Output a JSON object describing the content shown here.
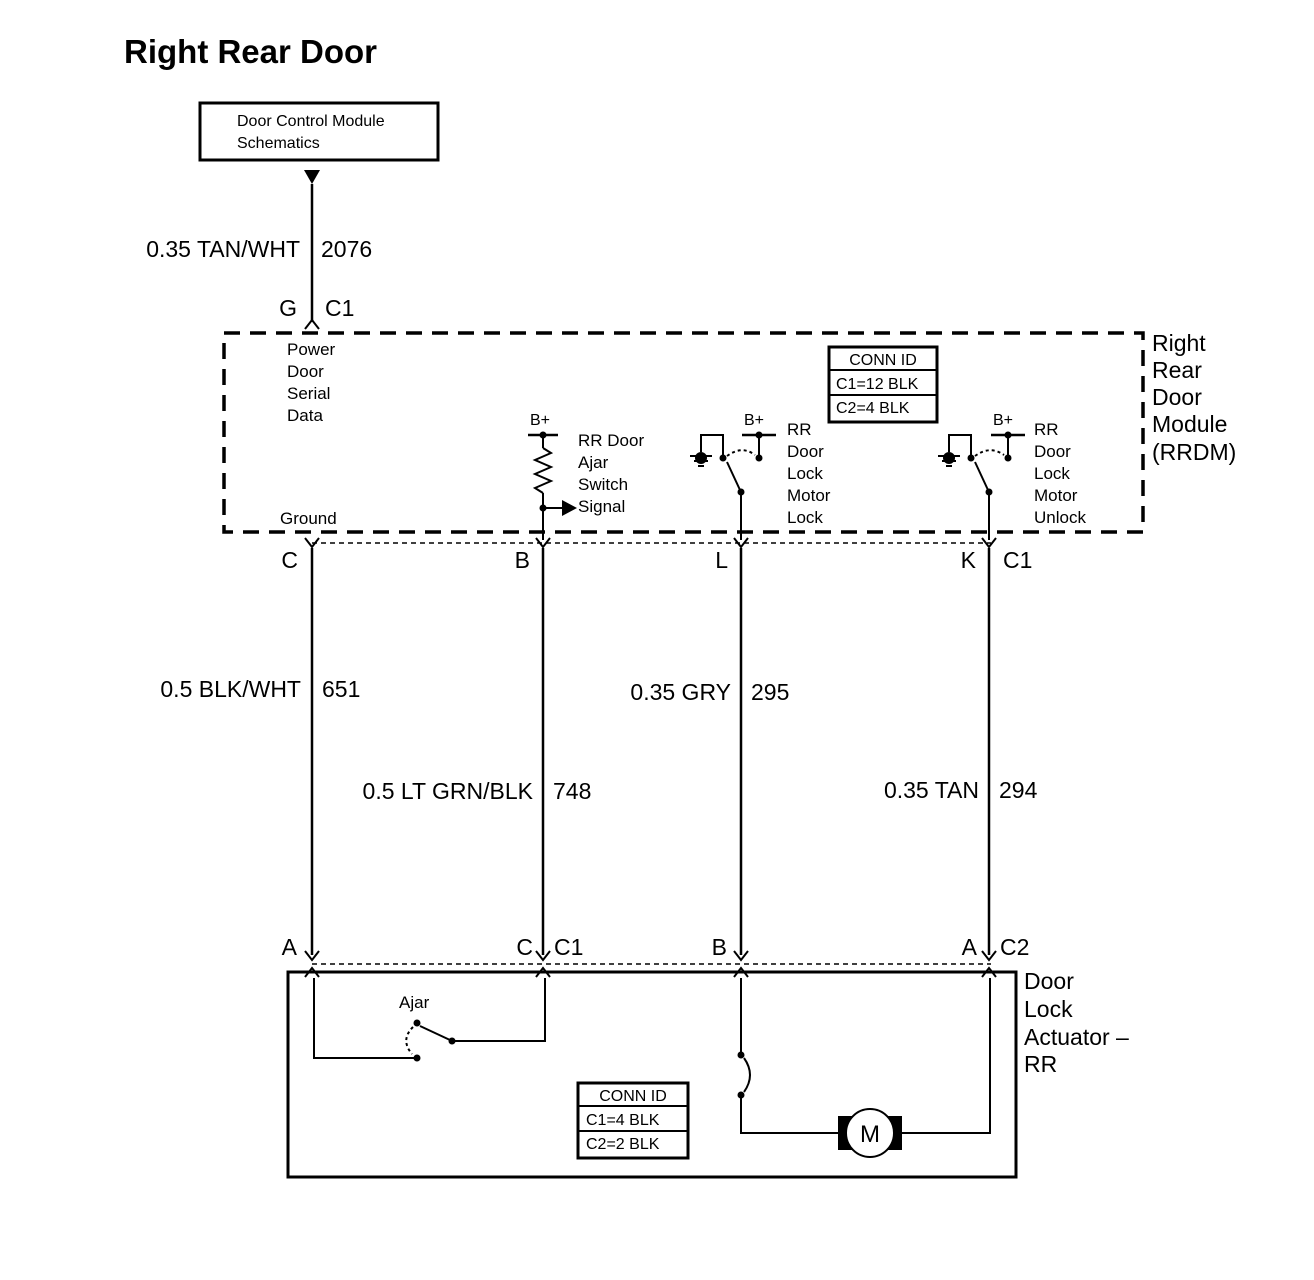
{
  "title": "Right Rear Door",
  "ref_box": {
    "line1": "Door Control Module",
    "line2": "Schematics"
  },
  "top_wire": {
    "gauge_color": "0.35 TAN/WHT",
    "circuit": "2076"
  },
  "top_connector": {
    "pin": "G",
    "conn": "C1"
  },
  "rrdm": {
    "name": [
      "Right",
      "Rear",
      "Door",
      "Module",
      "(RRDM)"
    ],
    "conn_id": {
      "header": "CONN ID",
      "rows": [
        "C1=12 BLK",
        "C2=4 BLK"
      ]
    },
    "power_door_label": [
      "Power",
      "Door",
      "Serial",
      "Data"
    ],
    "ground_label": "Ground",
    "ajar_label": [
      "RR Door",
      "Ajar",
      "Switch",
      "Signal"
    ],
    "lock_label": [
      "RR",
      "Door",
      "Lock",
      "Motor",
      "Lock"
    ],
    "unlock_label": [
      "RR",
      "Door",
      "Lock",
      "Motor",
      "Unlock"
    ],
    "bplus": "B+"
  },
  "bottom_conn_pins": {
    "c": "C",
    "b": "B",
    "l": "L",
    "k": "K",
    "conn": "C1"
  },
  "wires": [
    {
      "gauge_color": "0.5 BLK/WHT",
      "circuit": "651"
    },
    {
      "gauge_color": "0.5 LT GRN/BLK",
      "circuit": "748"
    },
    {
      "gauge_color": "0.35 GRY",
      "circuit": "295"
    },
    {
      "gauge_color": "0.35 TAN",
      "circuit": "294"
    }
  ],
  "actuator_pins": {
    "a1": "A",
    "c1": "C",
    "c1_conn": "C1",
    "b2": "B",
    "a2": "A",
    "c2_conn": "C2"
  },
  "actuator": {
    "name": [
      "Door",
      "Lock",
      "Actuator –",
      "RR"
    ],
    "ajar_label": "Ajar",
    "motor_label": "M",
    "conn_id": {
      "header": "CONN ID",
      "rows": [
        "C1=4 BLK",
        "C2=2 BLK"
      ]
    }
  }
}
